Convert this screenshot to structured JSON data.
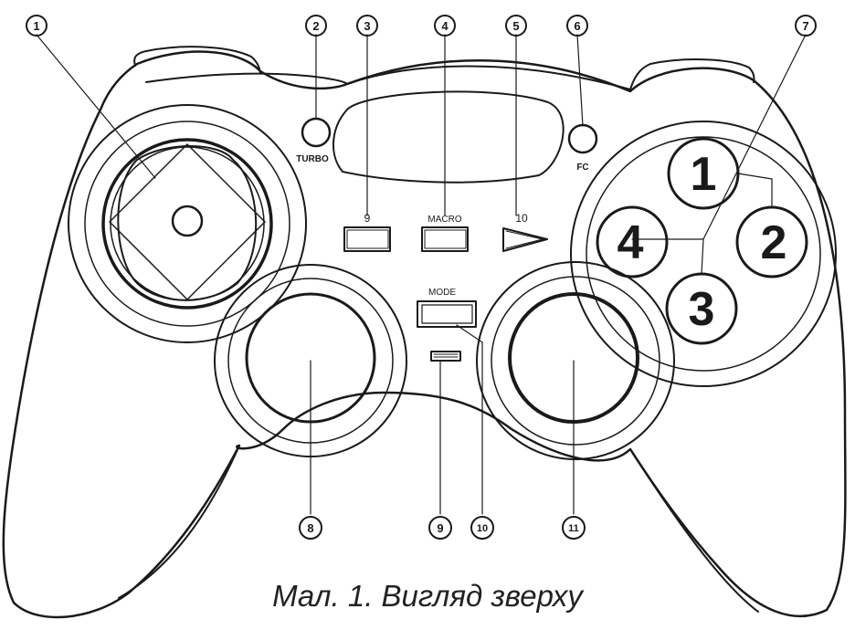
{
  "diagram": {
    "callouts": [
      "1",
      "2",
      "3",
      "4",
      "5",
      "6",
      "7",
      "8",
      "9",
      "10",
      "11"
    ],
    "labels": {
      "turbo": "TURBO",
      "fc": "FC",
      "macro": "MACRO",
      "mode": "MODE",
      "btn9": "9",
      "btn10": "10"
    },
    "face_buttons": [
      "1",
      "2",
      "3",
      "4"
    ],
    "caption": "Мал. 1. Вигляд зверху"
  },
  "colors": {
    "line": "#1a1a1a",
    "background": "#ffffff"
  }
}
